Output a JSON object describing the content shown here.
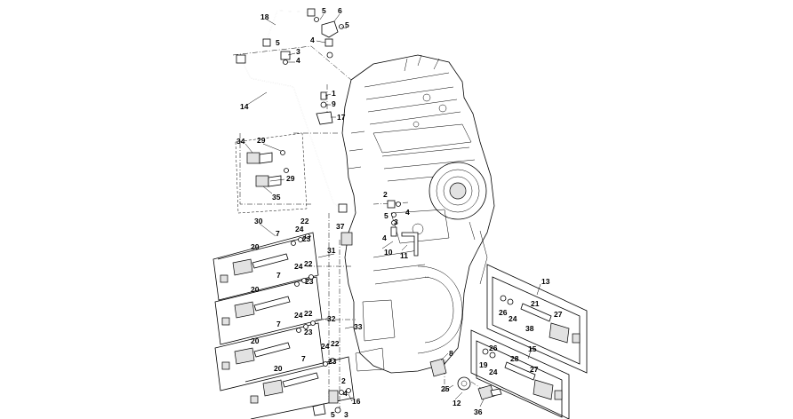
{
  "callouts": [
    {
      "id": "c18a",
      "text": "18"
    },
    {
      "id": "c5a",
      "text": "5"
    },
    {
      "id": "c6",
      "text": "6"
    },
    {
      "id": "c5b",
      "text": "5"
    },
    {
      "id": "c4a",
      "text": "4"
    },
    {
      "id": "c5c",
      "text": "5"
    },
    {
      "id": "c3a",
      "text": "3"
    },
    {
      "id": "c4b",
      "text": "4"
    },
    {
      "id": "c1",
      "text": "1"
    },
    {
      "id": "c9",
      "text": "9"
    },
    {
      "id": "c14",
      "text": "14"
    },
    {
      "id": "c17",
      "text": "17"
    },
    {
      "id": "c34",
      "text": "34"
    },
    {
      "id": "c29a",
      "text": "29"
    },
    {
      "id": "c29b",
      "text": "29"
    },
    {
      "id": "c35",
      "text": "35"
    },
    {
      "id": "c2a",
      "text": "2"
    },
    {
      "id": "c5d",
      "text": "5"
    },
    {
      "id": "c4c",
      "text": "4"
    },
    {
      "id": "c3b",
      "text": "3"
    },
    {
      "id": "c30",
      "text": "30"
    },
    {
      "id": "c7a",
      "text": "7"
    },
    {
      "id": "c22a",
      "text": "22"
    },
    {
      "id": "c24a",
      "text": "24"
    },
    {
      "id": "c23a",
      "text": "23"
    },
    {
      "id": "c37",
      "text": "37"
    },
    {
      "id": "c4d",
      "text": "4"
    },
    {
      "id": "c10",
      "text": "10"
    },
    {
      "id": "c11",
      "text": "11"
    },
    {
      "id": "c20a",
      "text": "20"
    },
    {
      "id": "c31",
      "text": "31"
    },
    {
      "id": "c24b",
      "text": "24"
    },
    {
      "id": "c22b",
      "text": "22"
    },
    {
      "id": "c7b",
      "text": "7"
    },
    {
      "id": "c23b",
      "text": "23"
    },
    {
      "id": "c20b",
      "text": "20"
    },
    {
      "id": "c13",
      "text": "13"
    },
    {
      "id": "c21",
      "text": "21"
    },
    {
      "id": "c26a",
      "text": "26"
    },
    {
      "id": "c24c",
      "text": "24"
    },
    {
      "id": "c27a",
      "text": "27"
    },
    {
      "id": "c38",
      "text": "38"
    },
    {
      "id": "c24d",
      "text": "24"
    },
    {
      "id": "c22c",
      "text": "22"
    },
    {
      "id": "c32",
      "text": "32"
    },
    {
      "id": "c7c",
      "text": "7"
    },
    {
      "id": "c23c",
      "text": "23"
    },
    {
      "id": "c20c",
      "text": "20"
    },
    {
      "id": "c33",
      "text": "33"
    },
    {
      "id": "c24e",
      "text": "24"
    },
    {
      "id": "c22d",
      "text": "22"
    },
    {
      "id": "c15",
      "text": "15"
    },
    {
      "id": "c26b",
      "text": "26"
    },
    {
      "id": "c28",
      "text": "28"
    },
    {
      "id": "c8",
      "text": "8"
    },
    {
      "id": "c19",
      "text": "19"
    },
    {
      "id": "c24f",
      "text": "24"
    },
    {
      "id": "c7d",
      "text": "7"
    },
    {
      "id": "c23d",
      "text": "23"
    },
    {
      "id": "c27b",
      "text": "27"
    },
    {
      "id": "c20d",
      "text": "20"
    },
    {
      "id": "c25",
      "text": "25"
    },
    {
      "id": "c2b",
      "text": "2"
    },
    {
      "id": "c16",
      "text": "16"
    },
    {
      "id": "c12",
      "text": "12"
    },
    {
      "id": "c4e",
      "text": "4"
    },
    {
      "id": "c5e",
      "text": "5"
    },
    {
      "id": "c3c",
      "text": "3"
    },
    {
      "id": "c36",
      "text": "36"
    }
  ]
}
